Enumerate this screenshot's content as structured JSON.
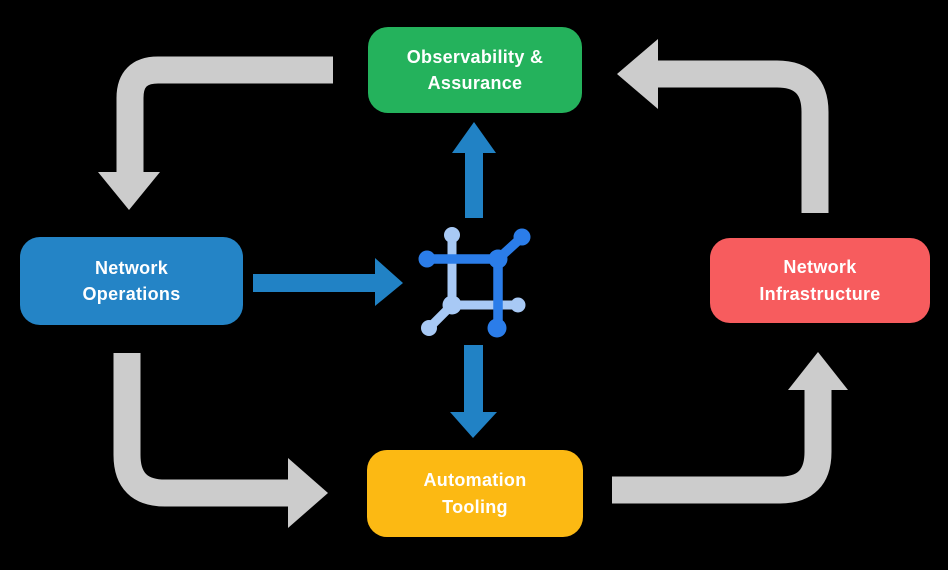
{
  "colors": {
    "background": "#000000",
    "node-green": "#24B25C",
    "node-blue": "#2484C6",
    "node-red": "#F75C5E",
    "node-yellow": "#FCB913",
    "node-text": "#FFFFFF",
    "arrow-gray": "#CCCCCC",
    "arrow-blue": "#2182C5",
    "icon-dark": "#2B7DE9",
    "icon-light": "#A8C9F5"
  },
  "nodes": {
    "observability": {
      "label": "Observability &\nAssurance"
    },
    "operations": {
      "label": "Network\nOperations"
    },
    "infrastructure": {
      "label": "Network\nInfrastructure"
    },
    "automation": {
      "label": "Automation\nTooling"
    }
  },
  "icons": {
    "center": "network-automation-icon"
  }
}
